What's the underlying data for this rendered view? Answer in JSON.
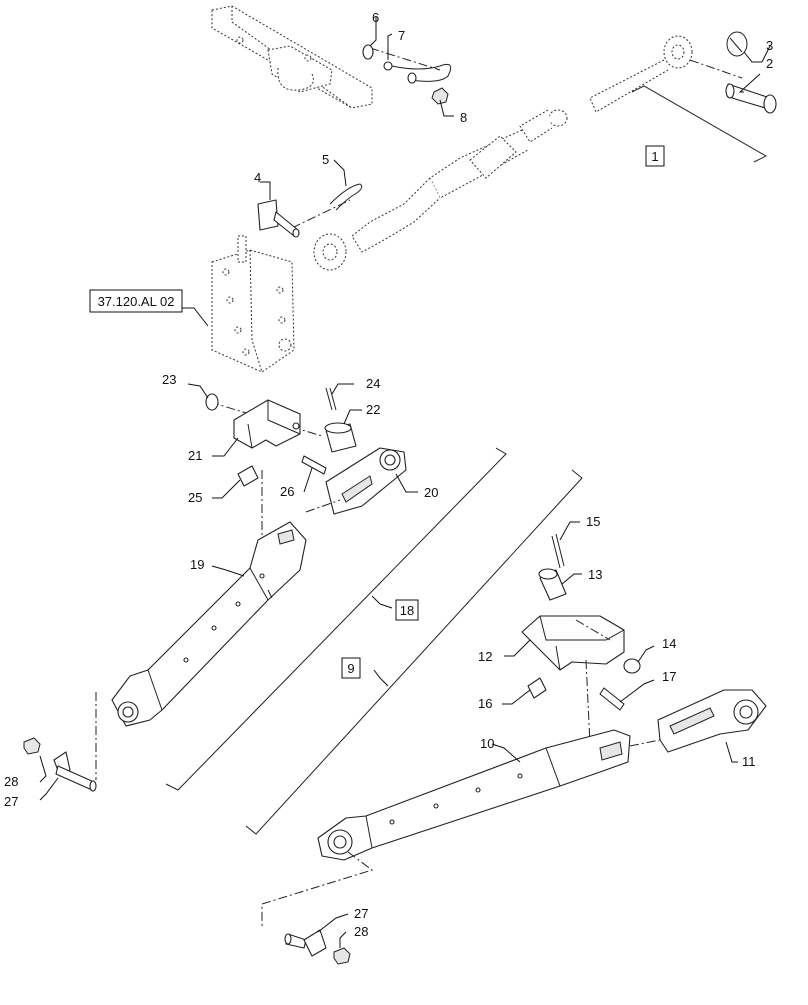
{
  "diagram": {
    "reference_box": "37.120.AL 02",
    "callouts": {
      "c1": "1",
      "c2": "2",
      "c3": "3",
      "c4": "4",
      "c5": "5",
      "c6": "6",
      "c7": "7",
      "c8": "8",
      "c9": "9",
      "c10": "10",
      "c11": "11",
      "c12": "12",
      "c13": "13",
      "c14": "14",
      "c15": "15",
      "c16": "16",
      "c17": "17",
      "c18": "18",
      "c19": "19",
      "c20": "20",
      "c21": "21",
      "c22": "22",
      "c23": "23",
      "c24": "24",
      "c25": "25",
      "c26": "26",
      "c27a": "27",
      "c28a": "28",
      "c27b": "27",
      "c28b": "28"
    }
  }
}
